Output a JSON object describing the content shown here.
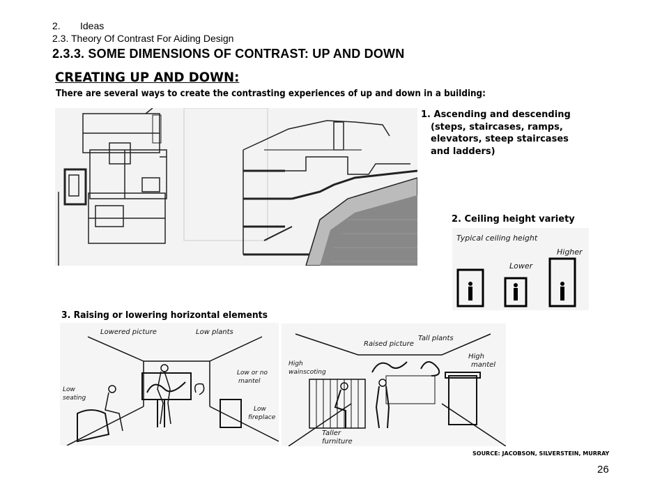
{
  "header": {
    "chapter_num": "2.",
    "chapter_title": "Ideas",
    "section": "2.3. Theory Of Contrast For Aiding Design",
    "subsection": "2.3.3. SOME DIMENSIONS OF CONTRAST: UP AND DOWN"
  },
  "section_title": "CREATING UP AND DOWN:",
  "intro": "There are several ways to create the contrasting experiences of up and down in a building:",
  "point1": {
    "line1": "1. Ascending and descending",
    "line2": "(steps, staircases, ramps,",
    "line3": "elevators, steep staircases",
    "line4": "and ladders)"
  },
  "point2": "2. Ceiling height variety",
  "point3": "3. Raising or lowering horizontal elements",
  "ceiling_sketch": {
    "label_typical": "Typical ceiling height",
    "label_lower": "Lower",
    "label_higher": "Higher"
  },
  "sketch_left": {
    "lowered_picture": "Lowered picture",
    "low_plants": "Low plants",
    "low_mantel_1": "Low or no",
    "low_mantel_2": "mantel",
    "low_seating_1": "Low",
    "low_seating_2": "seating",
    "low_fireplace_1": "Low",
    "low_fireplace_2": "fireplace"
  },
  "sketch_right": {
    "raised_picture": "Raised picture",
    "tall_plants": "Tall plants",
    "high_mantel_1": "High",
    "high_mantel_2": "mantel",
    "high_wainscoting_1": "High",
    "high_wainscoting_2": "wainscoting",
    "taller_furniture_1": "Taller",
    "taller_furniture_2": "furniture"
  },
  "source": "SOURCE: JACOBSON, SILVERSTEIN, MURRAY",
  "page_number": "26"
}
